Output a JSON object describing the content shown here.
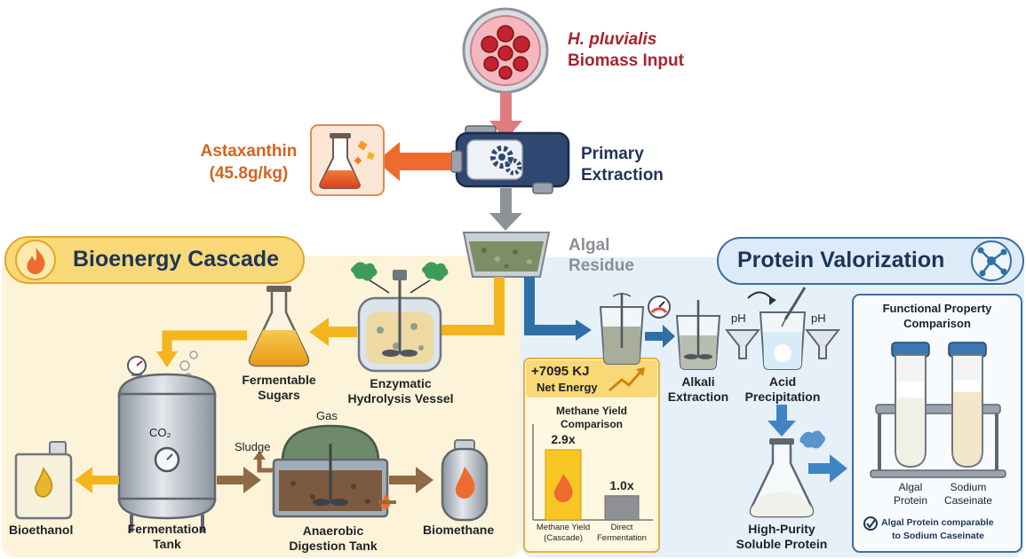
{
  "biomass": {
    "species": "H. pluvialis",
    "label": "Biomass Input"
  },
  "extraction": {
    "line1": "Primary",
    "line2": "Extraction"
  },
  "astaxanthin": {
    "name": "Astaxanthin",
    "yield": "(45.8g/kg)"
  },
  "residue": {
    "line1": "Algal",
    "line2": "Residue"
  },
  "bioenergy": {
    "title": "Bioenergy Cascade",
    "hydrolysis": {
      "line1": "Enzymatic",
      "line2": "Hydrolysis Vessel"
    },
    "sugars": {
      "line1": "Fermentable",
      "line2": "Sugars"
    },
    "fermentation": {
      "line1": "Fermentation",
      "line2": "Tank",
      "gas": "CO₂"
    },
    "bioethanol": "Bioethanol",
    "digestion": {
      "line1": "Anaerobic",
      "line2": "Digestion Tank",
      "gas": "Gas",
      "sludge": "Sludge"
    },
    "biomethane": "Biomethane"
  },
  "energy": {
    "headline": "+7095 KJ",
    "subline": "Net Energy",
    "comparison_title_1": "Methane Yield",
    "comparison_title_2": "Comparison"
  },
  "chart_data": {
    "type": "bar",
    "title": "Methane Yield Comparison",
    "categories": [
      "Methane Yield (Cascade)",
      "Direct Fermentation"
    ],
    "category_lines": [
      [
        "Methane Yield",
        "(Cascade)"
      ],
      [
        "Direct",
        "Fermentation"
      ]
    ],
    "values": [
      2.9,
      1.0
    ],
    "value_labels": [
      "2.9x",
      "1.0x"
    ],
    "ylim": [
      0,
      3.3
    ],
    "colors": [
      "#f7c623",
      "#8e9093"
    ],
    "grid": false
  },
  "protein": {
    "title": "Protein Valorization",
    "alkali": {
      "line1": "Alkali",
      "line2": "Extraction"
    },
    "acid": {
      "line1": "Acid",
      "line2": "Precipitation"
    },
    "ph_label": "pH",
    "product": {
      "line1": "High-Purity",
      "line2": "Soluble Protein"
    },
    "comparison": {
      "title_1": "Functional Property",
      "title_2": "Comparison",
      "tube1": {
        "line1": "Algal",
        "line2": "Protein"
      },
      "tube2": {
        "line1": "Sodium",
        "line2": "Caseinate"
      },
      "conclusion_1": "Algal Protein comparable",
      "conclusion_2": "to Sodium Caseinate"
    }
  },
  "colors": {
    "red": "#a8242c",
    "orange": "#d2641e",
    "navy": "#1f3558",
    "amber": "#f2b51c",
    "blue": "#2f6fa8",
    "brown": "#8f6a45",
    "grey": "#8a8f96"
  }
}
